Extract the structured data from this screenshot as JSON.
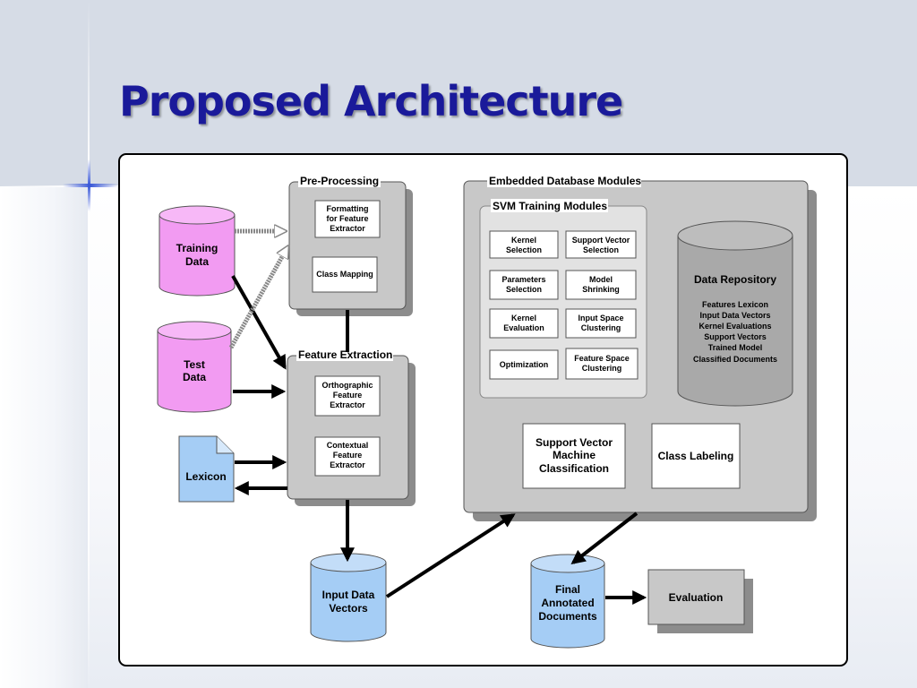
{
  "slide": {
    "title": "Proposed Architecture"
  },
  "diagram": {
    "training_data": [
      "Training",
      "Data"
    ],
    "test_data": [
      "Test",
      "Data"
    ],
    "lexicon": "Lexicon",
    "preprocessing": {
      "title": "Pre-Processing",
      "formatting": [
        "Formatting",
        "for Feature",
        "Extractor"
      ],
      "class_mapping": "Class Mapping"
    },
    "feature_extraction": {
      "title": "Feature Extraction",
      "orthographic": [
        "Orthographic",
        "Feature",
        "Extractor"
      ],
      "contextual": [
        "Contextual",
        "Feature",
        "Extractor"
      ]
    },
    "embedded": {
      "title": "Embedded Database Modules",
      "svm_training": {
        "title": "SVM Training Modules",
        "kernel_selection": [
          "Kernel",
          "Selection"
        ],
        "support_vector_selection": [
          "Support Vector",
          "Selection"
        ],
        "parameters_selection": [
          "Parameters",
          "Selection"
        ],
        "model_shrinking": [
          "Model",
          "Shrinking"
        ],
        "kernel_evaluation": [
          "Kernel",
          "Evaluation"
        ],
        "input_space_clustering": [
          "Input Space",
          "Clustering"
        ],
        "optimization": "Optimization",
        "feature_space_clustering": [
          "Feature Space",
          "Clustering"
        ]
      },
      "data_repository": {
        "title": "Data Repository",
        "items": [
          "Features Lexicon",
          "Input Data Vectors",
          "Kernel Evaluations",
          "Support Vectors",
          "Trained Model",
          "Classified Documents"
        ]
      },
      "svm_classification": [
        "Support Vector",
        "Machine",
        "Classification"
      ],
      "class_labeling": "Class Labeling"
    },
    "input_data_vectors": [
      "Input Data",
      "Vectors"
    ],
    "final_docs": [
      "Final",
      "Annotated",
      "Documents"
    ],
    "evaluation": "Evaluation"
  },
  "colors": {
    "title": "#1a1a9a",
    "pink": "#f29bf2",
    "blue": "#a5cdf5",
    "gray": "#c8c8c8",
    "dark_gray": "#a9a9a9"
  }
}
